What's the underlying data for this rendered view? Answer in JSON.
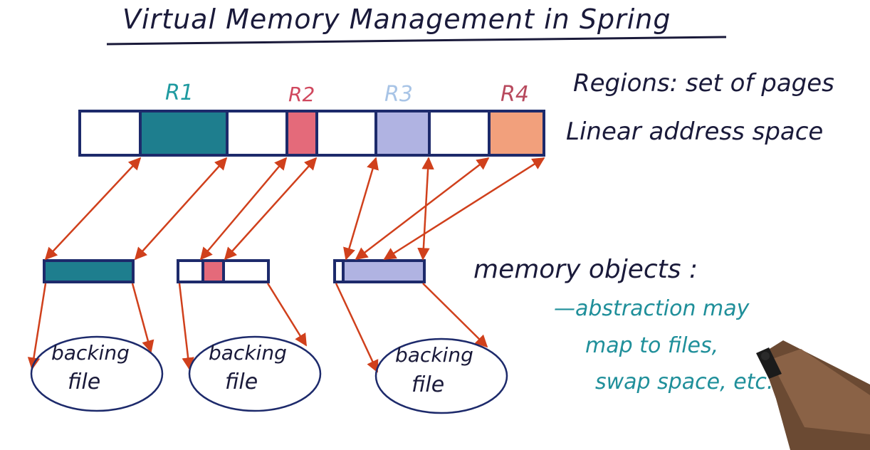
{
  "title": "Virtual Memory Management in Spring",
  "regions": [
    {
      "label": "R1",
      "color": "#1e7e8e"
    },
    {
      "label": "R2",
      "color": "#e46a7a"
    },
    {
      "label": "R3",
      "color": "#b0b3e2"
    },
    {
      "label": "R4",
      "color": "#f2a07c"
    }
  ],
  "label_colors": {
    "R1": "#1f9aa0",
    "R2": "#d0485e",
    "R3": "#a8c4e6",
    "R4": "#b84a5e"
  },
  "annotations": {
    "regions_def": "Regions: set of pages",
    "linear_space": "Linear address space",
    "memory_objects": "memory objects :",
    "bullet_line1": "—abstraction may",
    "bullet_line2": "map to files,",
    "bullet_line3": "swap space, etc."
  },
  "backing_files": [
    {
      "line1": "backing",
      "line2": "file"
    },
    {
      "line1": "backing",
      "line2": "file"
    },
    {
      "line1": "backing",
      "line2": "file"
    }
  ],
  "colors": {
    "ink": "#1a1a3a",
    "arrow": "#d0401c",
    "bar_border": "#1d2a6b",
    "teal_text": "#1f8f9a"
  }
}
